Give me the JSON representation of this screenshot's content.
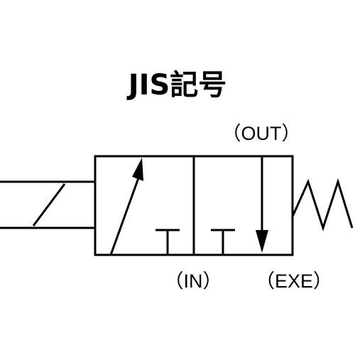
{
  "title": "JIS記号",
  "ports": {
    "out": "（OUT）",
    "in": "（IN）",
    "exe": "（EXE）"
  },
  "colors": {
    "line": "#000000",
    "background": "#ffffff"
  }
}
